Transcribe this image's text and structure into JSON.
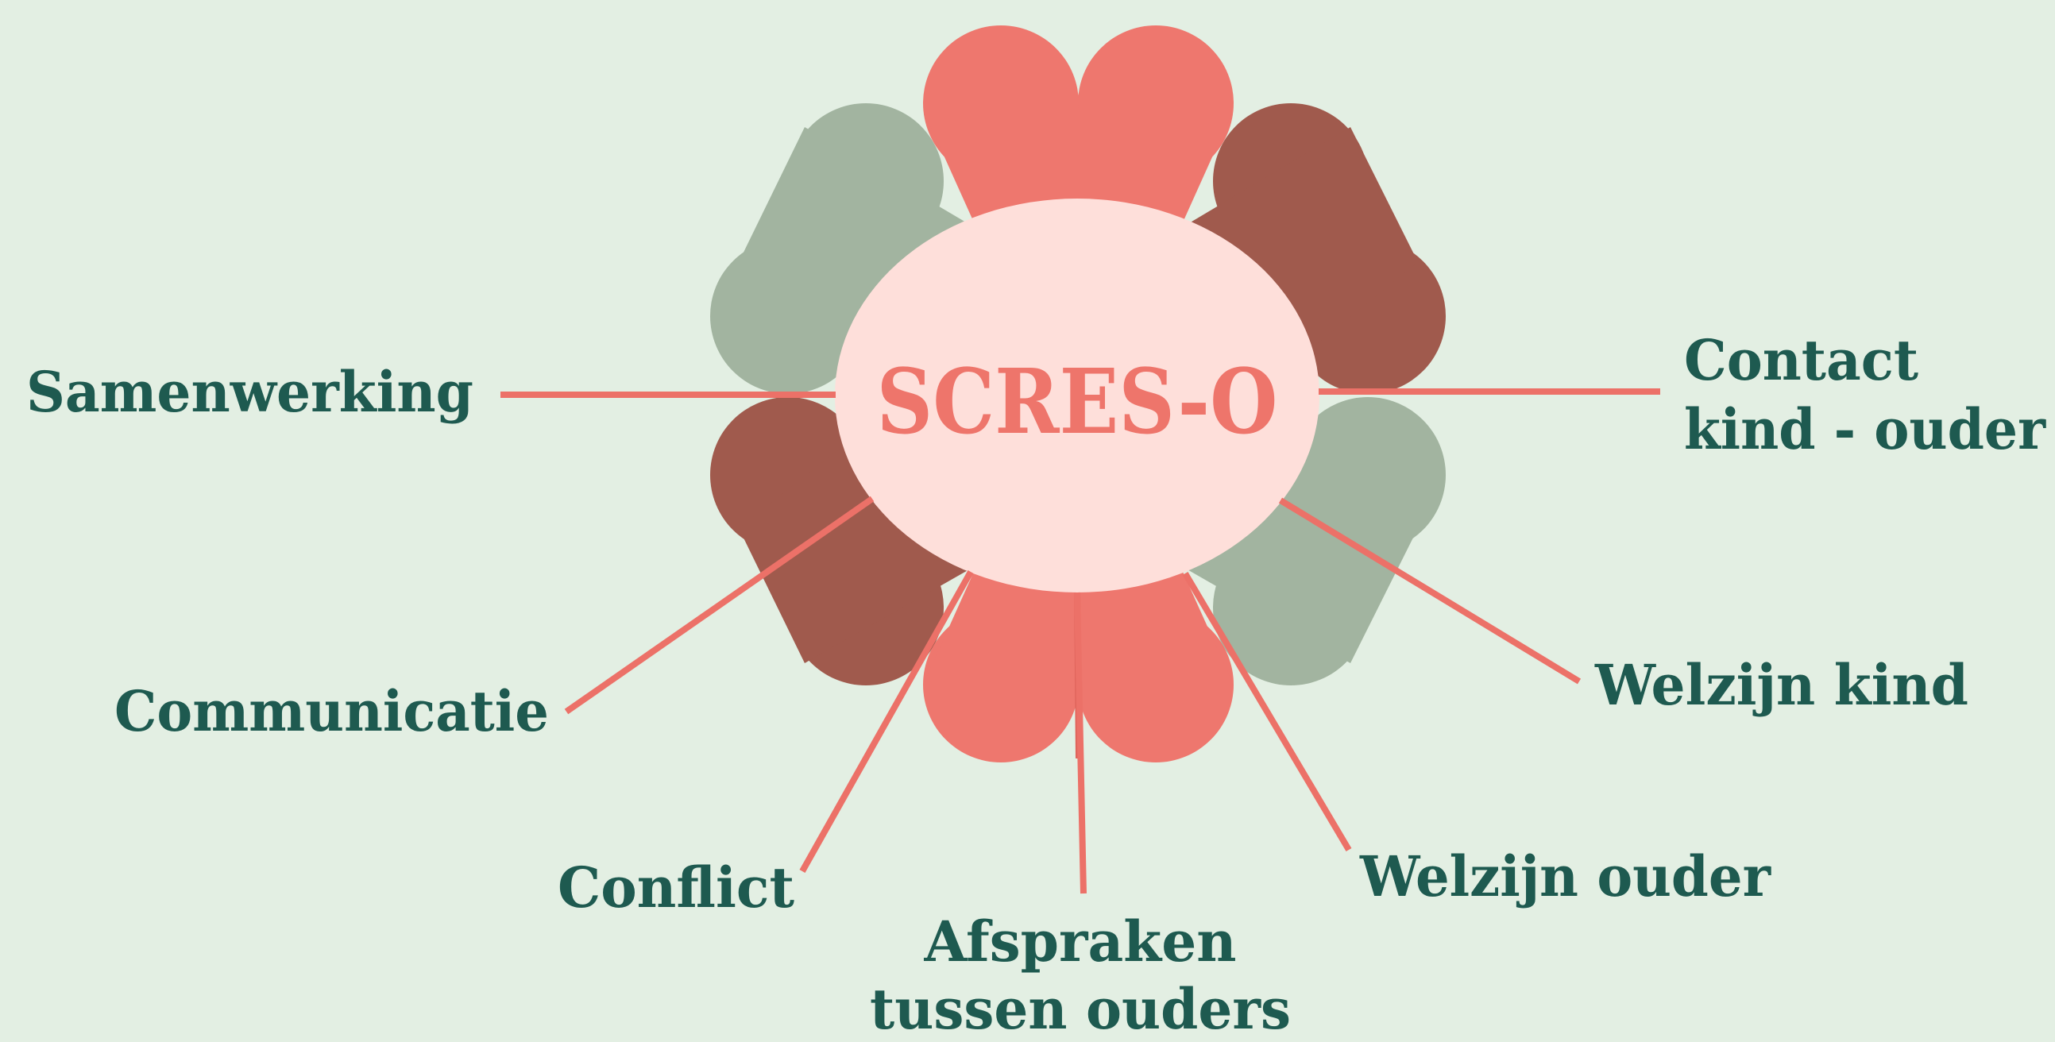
{
  "center": {
    "title": "SCRES-O"
  },
  "labels": {
    "samenwerking": "Samenwerking",
    "contact_line1": "Contact",
    "contact_line2": "kind - ouder",
    "communicatie": "Communicatie",
    "welzijn_kind": "Welzijn kind",
    "conflict": "Conflict",
    "welzijn_ouder": "Welzijn ouder",
    "afspraken_line1": "Afspraken",
    "afspraken_line2": "tussen ouders"
  },
  "colors": {
    "background": "#e3efe3",
    "petal_coral": "#ee776e",
    "petal_sage": "#a2b4a0",
    "petal_brown": "#a05a4d",
    "center_fill": "#fedfda",
    "center_text": "#ee756b",
    "connector": "#ec7168",
    "label_text": "#1e5a50"
  }
}
